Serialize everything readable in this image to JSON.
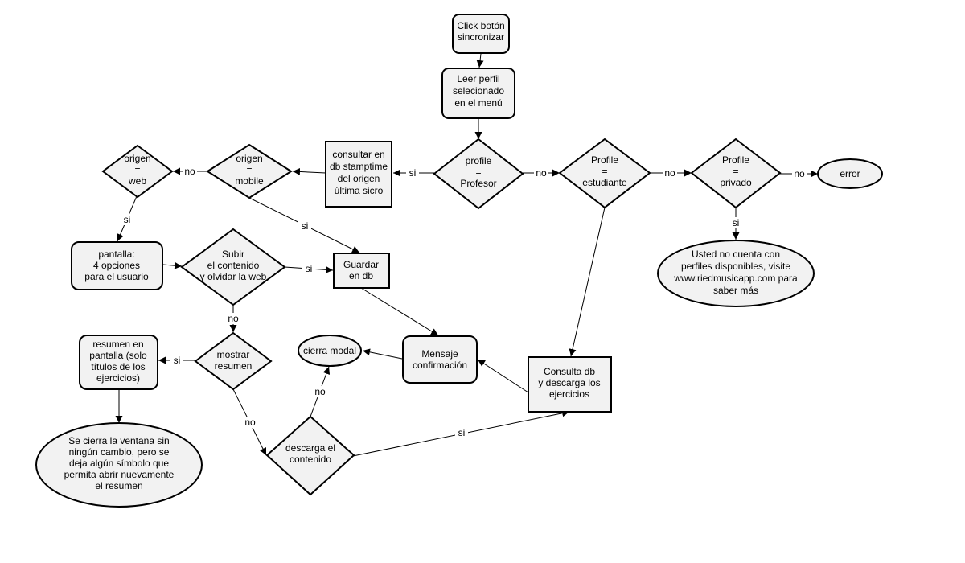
{
  "nodes": {
    "click_sync": "Click botón|sincronizar",
    "leer_perfil": "Leer perfil|selecionado|en el menú",
    "profile_profesor": "profile|=|Profesor",
    "profile_estudiante": "Profile|=|estudiante",
    "profile_privado": "Profile|=|privado",
    "error": "error",
    "usted_no_cuenta": "Usted no cuenta con|perfiles disponibles, visite|www.riedmusicapp.com para|saber más",
    "consultar_db": "consultar en|db stamptime|del origen|última sicro",
    "origen_mobile": "origen|=|mobile",
    "origen_web": "origen|=|web",
    "pantalla_opciones": "pantalla:|4 opciones|para el usuario",
    "subir_contenido": "Subir|el contenido|y olvidar la web",
    "guardar_db": "Guardar|en db",
    "mostrar_resumen": "mostrar|resumen",
    "resumen_pantalla": "resumen en|pantalla (solo|títulos de los|ejercicios)",
    "se_cierra": "Se cierra la ventana sin|ningún cambio, pero se|deja algún símbolo que|permita abrir nuevamente|el resumen",
    "cierra_modal": "cierra modal",
    "mensaje_confirmacion": "Mensaje|confirmación",
    "consulta_db_descarga": "Consulta db|y descarga los|ejercicios",
    "descarga_contenido": "descarga el|contenido"
  },
  "edge_labels": {
    "si": "si",
    "no": "no"
  }
}
